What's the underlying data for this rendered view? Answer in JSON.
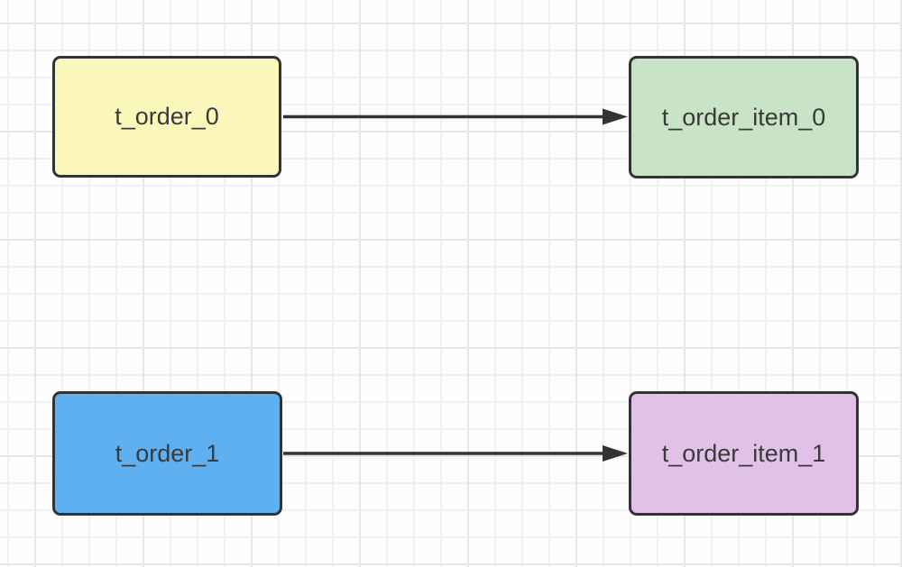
{
  "diagram": {
    "nodes": [
      {
        "id": "t_order_0",
        "label": "t_order_0",
        "fill": "#fbf6b9"
      },
      {
        "id": "t_order_item_0",
        "label": "t_order_item_0",
        "fill": "#c9e3c6"
      },
      {
        "id": "t_order_1",
        "label": "t_order_1",
        "fill": "#5fb0f1"
      },
      {
        "id": "t_order_item_1",
        "label": "t_order_item_1",
        "fill": "#e1c1e7"
      }
    ],
    "edges": [
      {
        "from": "t_order_0",
        "to": "t_order_item_0",
        "type": "solid-arrow"
      },
      {
        "from": "t_order_1",
        "to": "t_order_item_1",
        "type": "solid-arrow"
      }
    ],
    "colors": {
      "stroke": "#333333",
      "text": "#3a3a3a",
      "grid_minor": "#f1f1f1",
      "grid_major": "#e7e7e7",
      "background": "#fdfdfd"
    }
  }
}
